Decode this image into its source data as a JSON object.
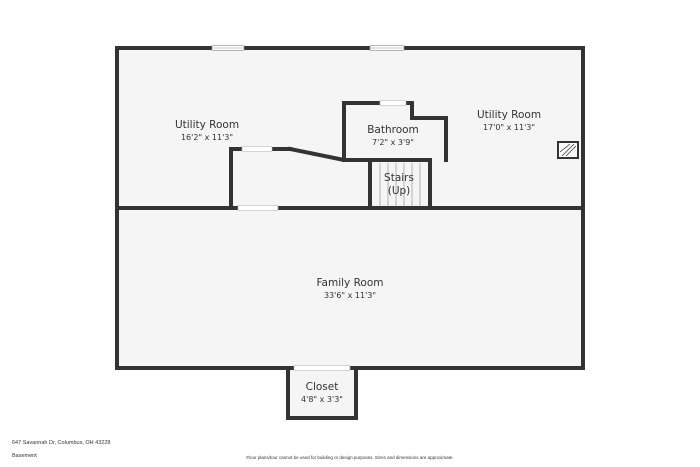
{
  "rooms": {
    "utility_left": {
      "name": "Utility Room",
      "dims": "16'2\" x 11'3\""
    },
    "utility_right": {
      "name": "Utility Room",
      "dims": "17'0\" x 11'3\""
    },
    "bathroom": {
      "name": "Bathroom",
      "dims": "7'2\" x 3'9\""
    },
    "stairs": {
      "name_line1": "Stairs",
      "name_line2": "(Up)"
    },
    "family_room": {
      "name": "Family Room",
      "dims": "33'6\" x 11'3\""
    },
    "closet": {
      "name": "Closet",
      "dims": "4'8\" x 3'3\""
    }
  },
  "footer": {
    "address": "647 Savannah Dr, Columbus, OH 43228",
    "level": "Basement",
    "disclaimer": "Floor plans/tour cannot be used for building or design purposes. Sizes and dimensions are approximate."
  },
  "colors": {
    "wall": "#333333",
    "floor": "#f5f5f5",
    "window": "#ffffff"
  }
}
